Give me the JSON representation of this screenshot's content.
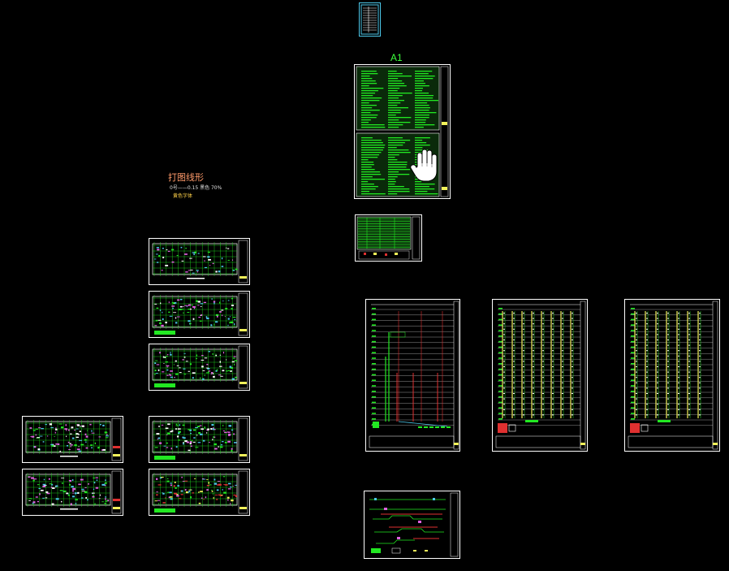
{
  "canvas": {
    "background": "#000000"
  },
  "annotations": {
    "sheet_size_label": "A1",
    "plot_line_note": {
      "title": "打图线形",
      "line": "0号——0.15 黑色 70%",
      "sub": "黄色字体"
    }
  },
  "cursor": {
    "type": "pan-hand-icon"
  },
  "colors": {
    "green": "#22e822",
    "yellow": "#f2f25a",
    "red": "#e03030",
    "magenta": "#e060e0",
    "cyan": "#4cc6e8",
    "white": "#ffffff"
  }
}
